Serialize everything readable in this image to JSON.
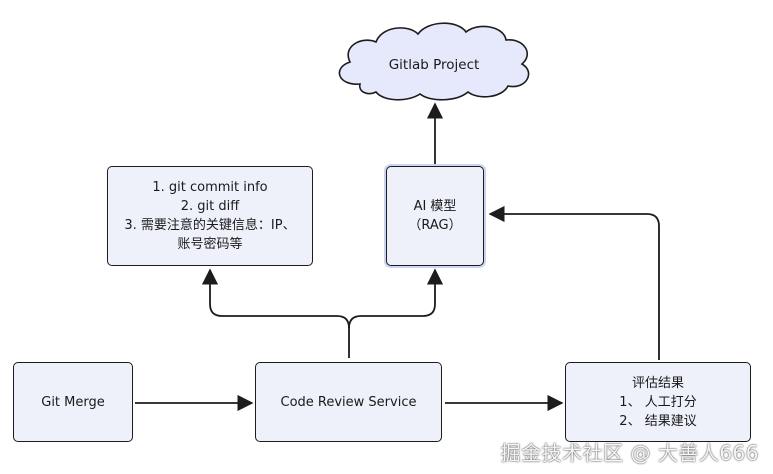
{
  "nodes": {
    "cloud": {
      "label": "Gitlab Project"
    },
    "info_box": {
      "lines": [
        "1. git commit info",
        "2. git diff",
        "3. 需要注意的关键信息：IP、",
        "账号密码等"
      ]
    },
    "ai_model": {
      "lines": [
        "AI 模型",
        "（RAG）"
      ]
    },
    "git_merge": {
      "label": "Git Merge"
    },
    "code_review": {
      "label": "Code Review Service"
    },
    "evaluation": {
      "lines": [
        "评估结果",
        "1、 人工打分",
        "2、 结果建议"
      ]
    }
  },
  "watermark": "掘金技术社区 @ 大善人666",
  "colors": {
    "node_fill": "#eef1fa",
    "stroke": "#1c1c1c",
    "selection": "#c8d4f0"
  }
}
